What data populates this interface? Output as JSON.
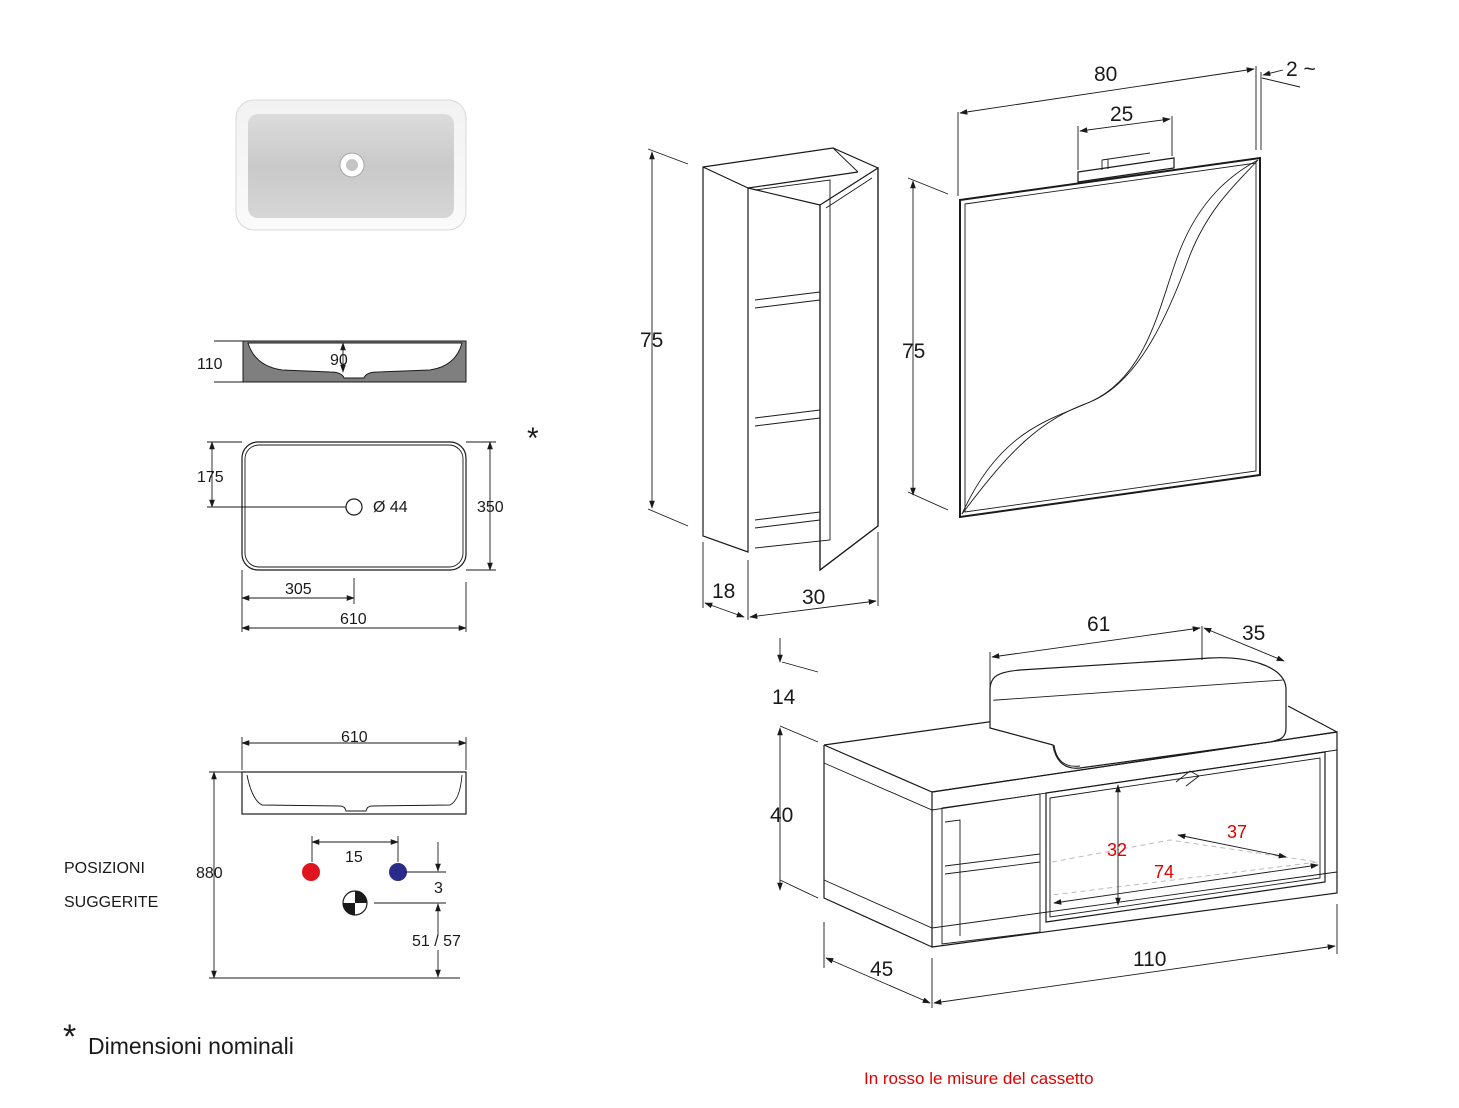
{
  "basin": {
    "side_height": "110",
    "side_depth": "90",
    "top_offset_y": "175",
    "top_width": "350",
    "hole_diameter": "Ø 44",
    "hole_offset_x": "305",
    "top_length": "610",
    "front_length": "610",
    "total_height": "880",
    "positions_line1": "POSIZIONI",
    "positions_line2": "SUGGERITE",
    "tap_spacing": "15",
    "tap_offset": "3",
    "drain_height": "51 / 57",
    "asterisk": "*"
  },
  "column": {
    "height": "75",
    "depth": "18",
    "width": "30"
  },
  "mirror": {
    "width": "80",
    "lamp_width": "25",
    "height": "75",
    "offset": "2 ~"
  },
  "vanity": {
    "basin_length": "61",
    "basin_depth": "35",
    "basin_height": "14",
    "cabinet_height": "40",
    "depth": "45",
    "width": "110",
    "drawer_height": "32",
    "drawer_depth": "37",
    "drawer_width": "74"
  },
  "notes": {
    "asterisk": "*",
    "nominal": "Dimensioni nominali",
    "drawer_note": "In rosso le misure del cassetto"
  },
  "colors": {
    "hot_tap": "#e0141e",
    "cold_tap": "#2b2b8c",
    "drawer_dims": "#e00000"
  }
}
